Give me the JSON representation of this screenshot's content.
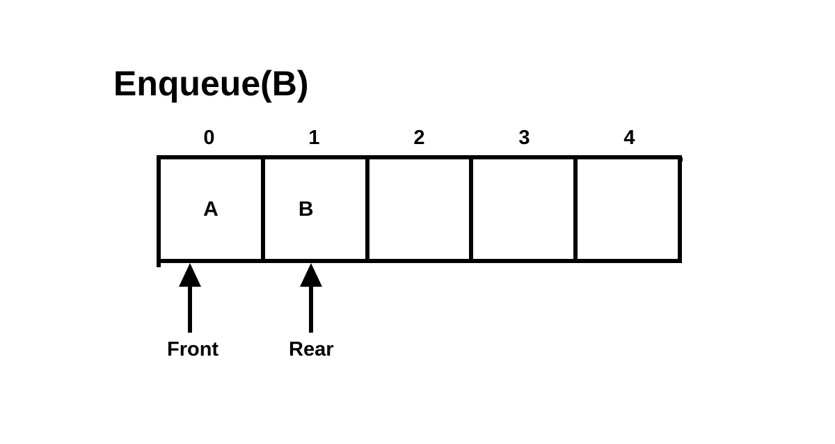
{
  "title": "Enqueue(B)",
  "queue": {
    "indices": [
      "0",
      "1",
      "2",
      "3",
      "4"
    ],
    "cells": [
      "A",
      "B",
      "",
      "",
      ""
    ]
  },
  "pointers": [
    {
      "label": "Front",
      "points_to_index": "0"
    },
    {
      "label": "Rear",
      "points_to_index": "1"
    }
  ],
  "colors": {
    "foreground": "#000000",
    "background": "#ffffff"
  }
}
